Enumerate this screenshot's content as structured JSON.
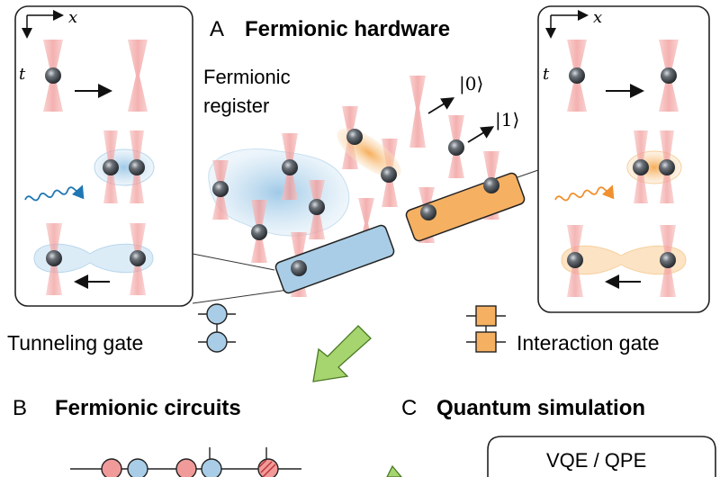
{
  "panel_a": {
    "letter": "A",
    "title": "Fermionic hardware",
    "register_label_line1": "Fermionic",
    "register_label_line2": "register",
    "state_zero": "|0⟩",
    "state_one": "|1⟩",
    "axis_x": "x",
    "axis_t": "t"
  },
  "gates": {
    "tunneling_label": "Tunneling gate",
    "interaction_label": "Interaction gate"
  },
  "panel_b": {
    "letter": "B",
    "title": "Fermionic circuits"
  },
  "panel_c": {
    "letter": "C",
    "title": "Quantum simulation",
    "box_label": "VQE / QPE"
  },
  "colors": {
    "tunneling_blue": "#a9cde6",
    "interaction_orange": "#f5b062",
    "beam_pink": "#f4a9a8",
    "arrow_green": "#a6d46e",
    "atom_dark": "#3b3f44",
    "circuit_red": "#f19a9a"
  }
}
